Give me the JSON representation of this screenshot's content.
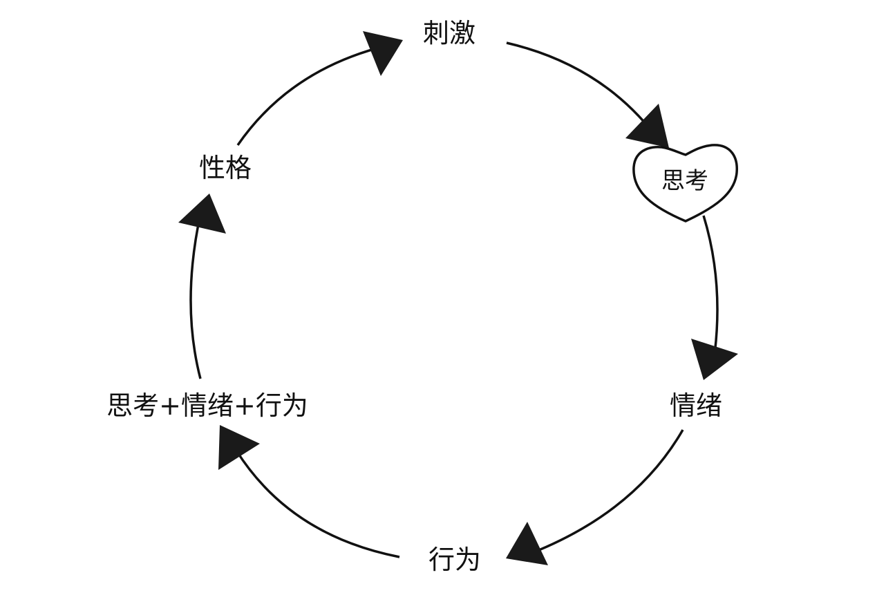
{
  "diagram": {
    "nodes": {
      "stimulus": "刺激",
      "thinking": "思考",
      "emotion": "情绪",
      "behavior": "行为",
      "combined": "思考+情绪+行为",
      "personality": "性格"
    },
    "cycle_order": [
      "stimulus",
      "thinking",
      "emotion",
      "behavior",
      "combined",
      "personality"
    ],
    "highlighted_node": "thinking",
    "highlight_shape": "heart-icon"
  }
}
